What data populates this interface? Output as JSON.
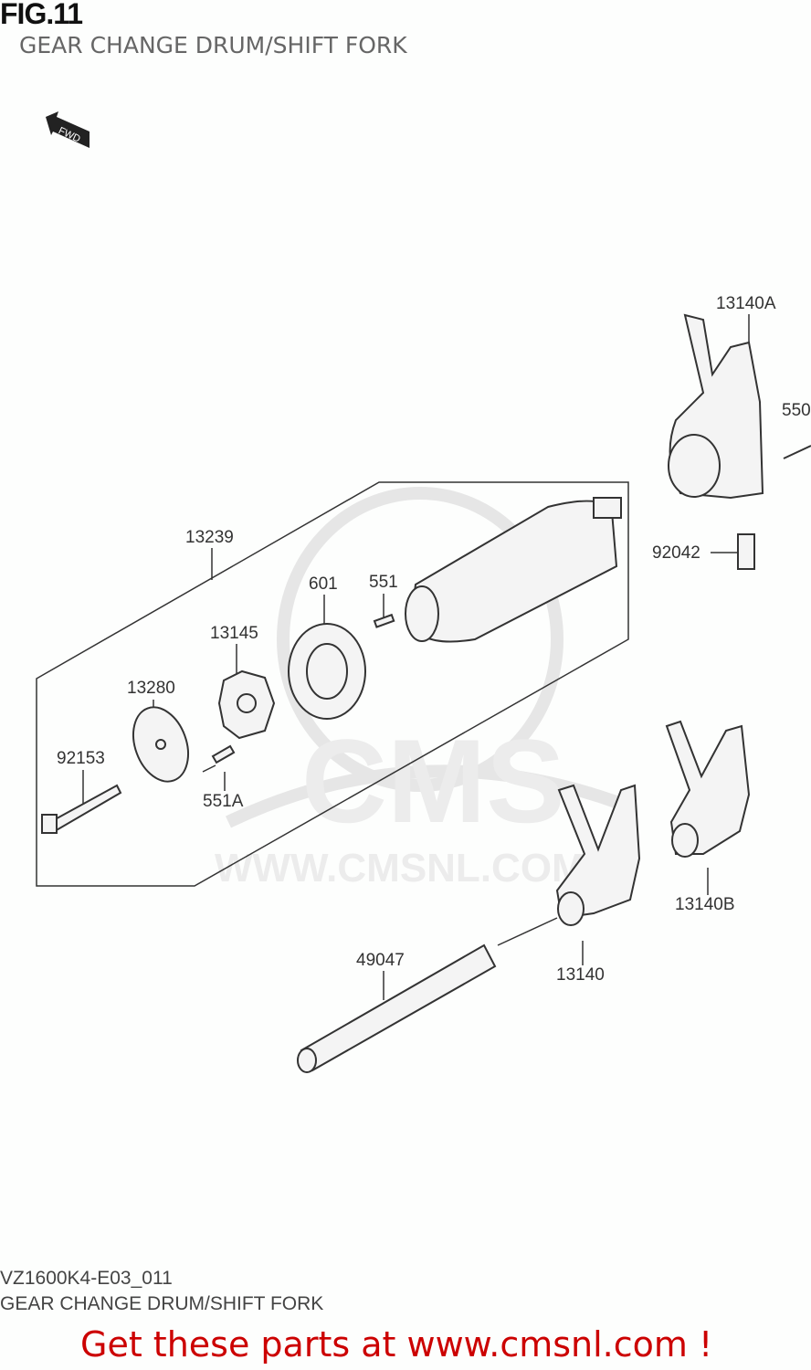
{
  "header": {
    "figure": "FIG.11",
    "title": "GEAR CHANGE DRUM/SHIFT FORK"
  },
  "fwd_arrow": {
    "label": "FWD",
    "icon": "fwd-arrow-icon"
  },
  "parts": [
    {
      "ref": "13140A"
    },
    {
      "ref": "550"
    },
    {
      "ref": "92042"
    },
    {
      "ref": "13239"
    },
    {
      "ref": "601"
    },
    {
      "ref": "551"
    },
    {
      "ref": "13145"
    },
    {
      "ref": "13280"
    },
    {
      "ref": "92153"
    },
    {
      "ref": "551A"
    },
    {
      "ref": "13140B"
    },
    {
      "ref": "49047"
    },
    {
      "ref": "13140"
    }
  ],
  "watermark": {
    "text": "CMS",
    "url": "WWW.CMSNL.COM"
  },
  "footer": {
    "code": "VZ1600K4-E03_011",
    "title": "GEAR CHANGE DRUM/SHIFT FORK",
    "promo": "Get these parts at www.cmsnl.com !"
  },
  "colors": {
    "promo": "#cc0000",
    "line": "#333333",
    "watermark": "#e4e4e4"
  }
}
